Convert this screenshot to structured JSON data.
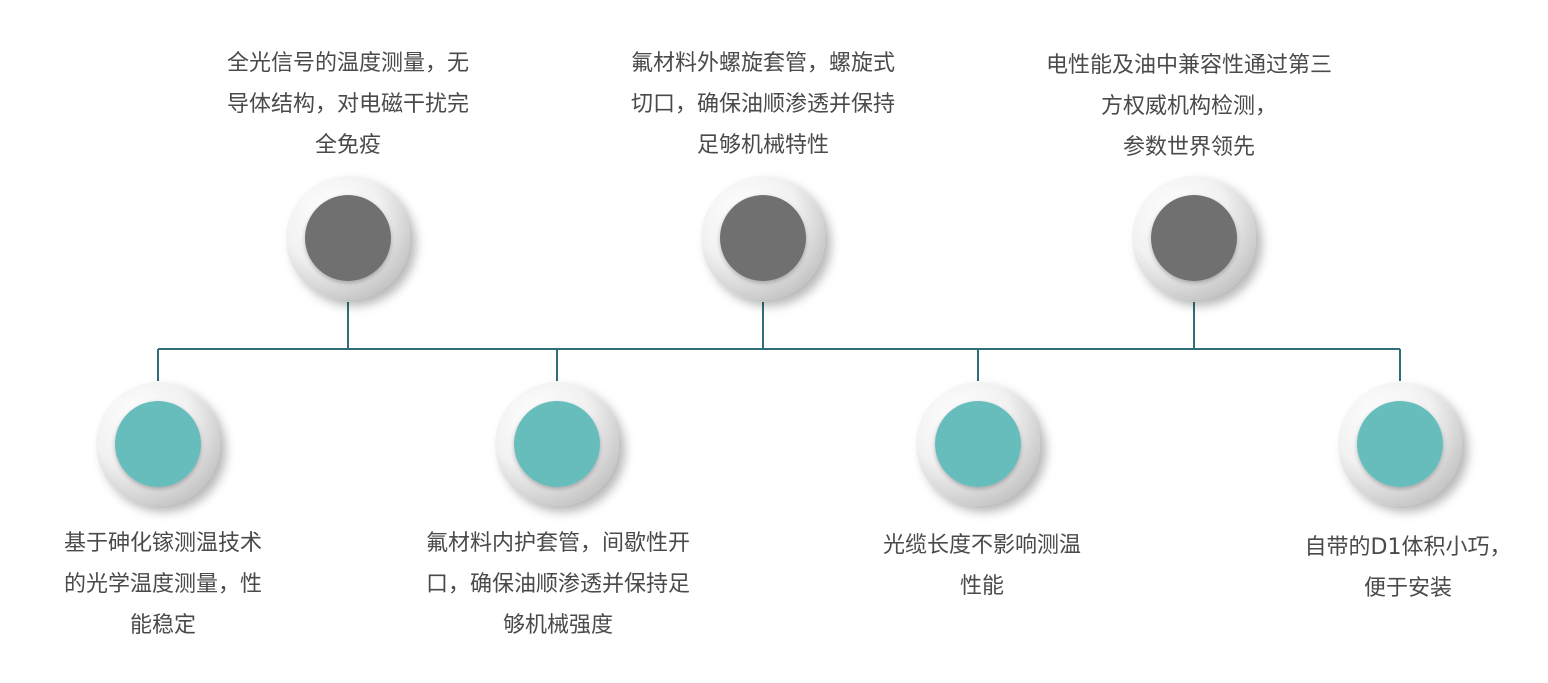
{
  "colors": {
    "connector": "#2f6e78",
    "top_core": "#707070",
    "bottom_core": "#66bdbb",
    "ring_light": "#ffffff",
    "ring_dark": "#c9c9c9",
    "text": "#4a4a4a"
  },
  "top_features": [
    {
      "lines": [
        "全光信号的温度测量，无",
        "导体结构，对电磁干扰完",
        "全免疫"
      ]
    },
    {
      "lines": [
        "氟材料外螺旋套管，螺旋式",
        "切口，确保油顺渗透并保持",
        "足够机械特性"
      ]
    },
    {
      "lines": [
        "电性能及油中兼容性通过第三",
        "方权威机构检测，",
        "参数世界领先"
      ]
    }
  ],
  "bottom_features": [
    {
      "lines": [
        "基于砷化镓测温技术",
        "的光学温度测量，性",
        "能稳定"
      ]
    },
    {
      "lines": [
        "氟材料内护套管，间歇性开",
        "口，确保油顺渗透并保持足",
        "够机械强度"
      ]
    },
    {
      "lines": [
        "光缆长度不影响测温",
        "性能"
      ]
    },
    {
      "lines": [
        "自带的D1体积小巧，",
        "便于安装"
      ]
    }
  ]
}
